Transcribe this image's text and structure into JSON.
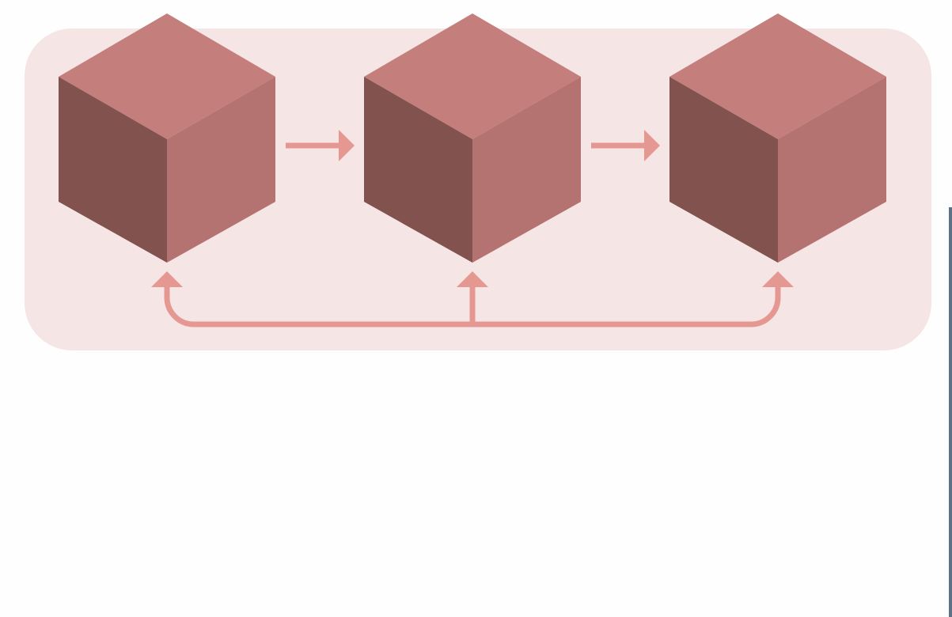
{
  "diagram": {
    "type": "blockchain-flow",
    "background_color": "#f6e5e5",
    "node_count": 3,
    "nodes": [
      {
        "id": "block-1"
      },
      {
        "id": "block-2"
      },
      {
        "id": "block-3"
      }
    ],
    "links": [
      {
        "from": "block-1",
        "to": "block-2",
        "direction": "right"
      },
      {
        "from": "block-2",
        "to": "block-3",
        "direction": "right"
      }
    ],
    "feedback": {
      "source": "shared-bus",
      "targets": [
        "block-1",
        "block-2",
        "block-3"
      ]
    },
    "colors": {
      "cube_top": "#c47e7c",
      "cube_left": "#81524e",
      "cube_right": "#b47270",
      "arrow": "#e59892",
      "panel": "#f6e5e5",
      "page": "#fefefe",
      "edge_accent": "#5d7187"
    },
    "icons": [
      "cube-icon",
      "arrow-right-icon",
      "arrow-up-icon"
    ]
  }
}
